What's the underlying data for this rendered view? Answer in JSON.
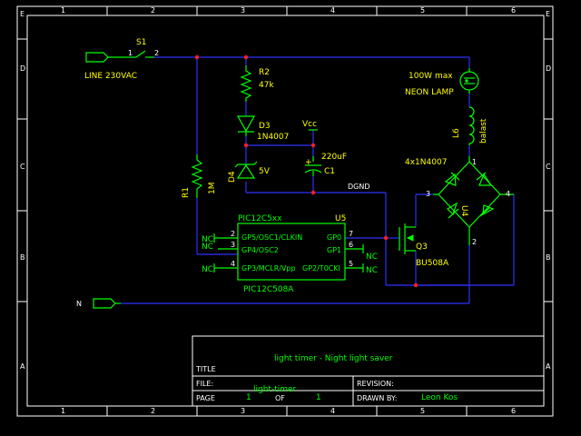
{
  "border": {
    "columns": [
      "1",
      "2",
      "3",
      "4",
      "5",
      "6"
    ],
    "rows": [
      "E",
      "D",
      "C",
      "B",
      "A"
    ]
  },
  "components": {
    "switch": {
      "ref": "S1",
      "pin1": "1",
      "pin2": "2"
    },
    "line": {
      "label": "LINE 230VAC"
    },
    "neutral": {
      "label": "N"
    },
    "r2": {
      "ref": "R2",
      "value": "47k"
    },
    "d3": {
      "ref": "D3",
      "value": "1N4007"
    },
    "vcc": {
      "label": "Vcc"
    },
    "c1": {
      "ref": "C1",
      "value": "220uF",
      "plus": "+"
    },
    "d4": {
      "ref": "D4",
      "value": "5V"
    },
    "r1": {
      "ref": "R1",
      "value": "1M"
    },
    "dgnd": {
      "label": "DGND"
    },
    "lamp": {
      "power": "100W max",
      "name": "NEON LAMP"
    },
    "l6": {
      "ref": "L6",
      "value": "balast"
    },
    "bridge": {
      "ref": "U4",
      "value": "4x1N4007",
      "pin1": "1",
      "pin2": "2",
      "pin3": "3",
      "pin4": "4"
    },
    "q3": {
      "ref": "Q3",
      "value": "BU508A"
    },
    "u5": {
      "ref": "U5",
      "family": "PIC12C5xx",
      "part": "PIC12C508A",
      "pins_left": [
        {
          "num": "2",
          "name": "GP5/OSC1/CLKIN",
          "nc": "NC"
        },
        {
          "num": "3",
          "name": "GP4/OSC2",
          "nc": "NC"
        },
        {
          "num": "4",
          "name": "GP3/MCLR/Vpp",
          "nc": "NC"
        }
      ],
      "pins_right": [
        {
          "num": "7",
          "name": "GP0"
        },
        {
          "num": "6",
          "name": "GP1",
          "nc": "NC"
        },
        {
          "num": "5",
          "name": "GP2/T0CKI",
          "nc": "NC"
        }
      ]
    }
  },
  "title_block": {
    "title": "light timer - Night light saver",
    "title_label": "TITLE",
    "file_label": "FILE:",
    "file_value": "light-timer",
    "revision_label": "REVISION:",
    "page_label": "PAGE",
    "page_num": "1",
    "of_label": "OF",
    "page_total": "1",
    "drawn_label": "DRAWN BY:",
    "drawn_value": "Leon Kos"
  }
}
